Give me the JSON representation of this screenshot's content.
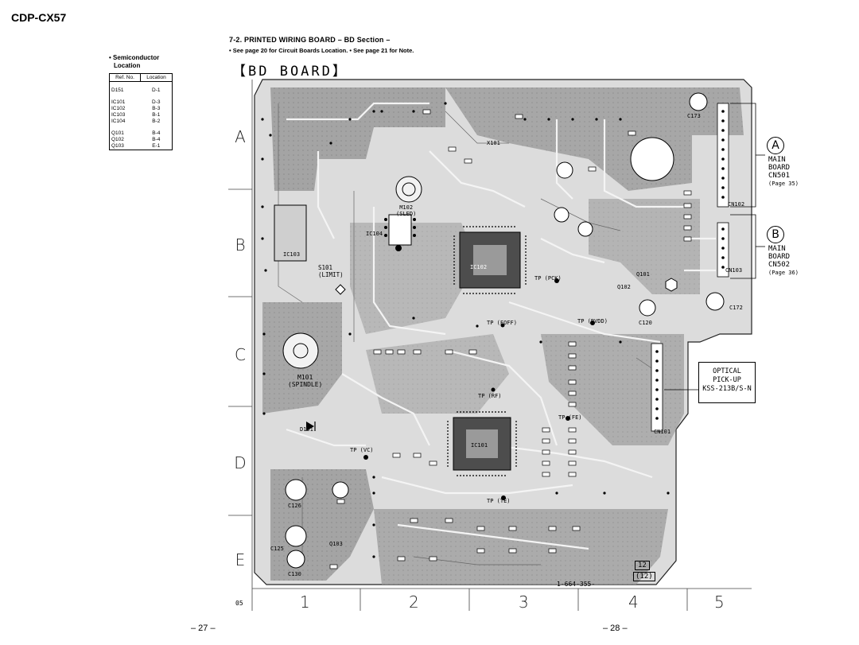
{
  "header": {
    "model": "CDP-CX57",
    "section_title": "7-2.  PRINTED  WIRING  BOARD  – BD Section –",
    "notes": "• See page 20 for Circuit Boards Location.   • See page 21 for Note."
  },
  "legend": {
    "bullet": "•",
    "title_line1": "Semiconductor",
    "title_line2": "Location",
    "col_ref": "Ref. No.",
    "col_loc": "Location",
    "groups": [
      [
        {
          "ref": "D151",
          "loc": "D-1"
        }
      ],
      [
        {
          "ref": "IC101",
          "loc": "D-3"
        },
        {
          "ref": "IC102",
          "loc": "B-3"
        },
        {
          "ref": "IC103",
          "loc": "B-1"
        },
        {
          "ref": "IC104",
          "loc": "B-2"
        }
      ],
      [
        {
          "ref": "Q101",
          "loc": "B-4"
        },
        {
          "ref": "Q102",
          "loc": "B-4"
        },
        {
          "ref": "Q103",
          "loc": "E-1"
        }
      ]
    ]
  },
  "board": {
    "title": "【BD BOARD】",
    "rows": [
      "A",
      "B",
      "C",
      "D",
      "E"
    ],
    "cols": [
      "1",
      "2",
      "3",
      "4",
      "5"
    ],
    "corner_code": "05",
    "board_number": "1-664-355-",
    "board_rev_a": "12",
    "board_rev_b": "(12)"
  },
  "connectors": {
    "a": {
      "letter": "A",
      "line1": "MAIN",
      "line2": "BOARD",
      "line3": "CN501",
      "page": "(Page 35)",
      "cn": "CN102"
    },
    "b": {
      "letter": "B",
      "line1": "MAIN",
      "line2": "BOARD",
      "line3": "CN502",
      "page": "(Page 36)",
      "cn": "CN103"
    },
    "pickup": {
      "line1": "OPTICAL",
      "line2": "PICK-UP",
      "line3": "KSS-213B/S-N",
      "cn": "CN101"
    }
  },
  "components": {
    "ic101": "IC101",
    "ic102": "IC102",
    "ic103": "IC103",
    "ic104": "IC104",
    "m101_a": "M101",
    "m101_b": "(SPINDLE)",
    "m102_a": "M102",
    "m102_b": "(SLED)",
    "s101_a": "S101",
    "s101_b": "(LIMIT)",
    "x101": "X101",
    "d151": "D151",
    "q101": "Q101",
    "q102": "Q102",
    "q103": "Q103",
    "tp_vc": "TP (VC)",
    "tp_rf": "TP (RF)",
    "tp_te": "TP (TE)",
    "tp_fe": "TP (FE)",
    "tp_pck": "TP (PCK)",
    "tp_foff": "TP (FOFF)",
    "tp_bvdd": "TP (BVDD)",
    "c126": "C126",
    "c130": "C130",
    "c125": "C125",
    "c172": "C172",
    "c173": "C173",
    "c120": "C120"
  },
  "footer": {
    "page_left": "– 27 –",
    "page_right": "– 28 –"
  }
}
